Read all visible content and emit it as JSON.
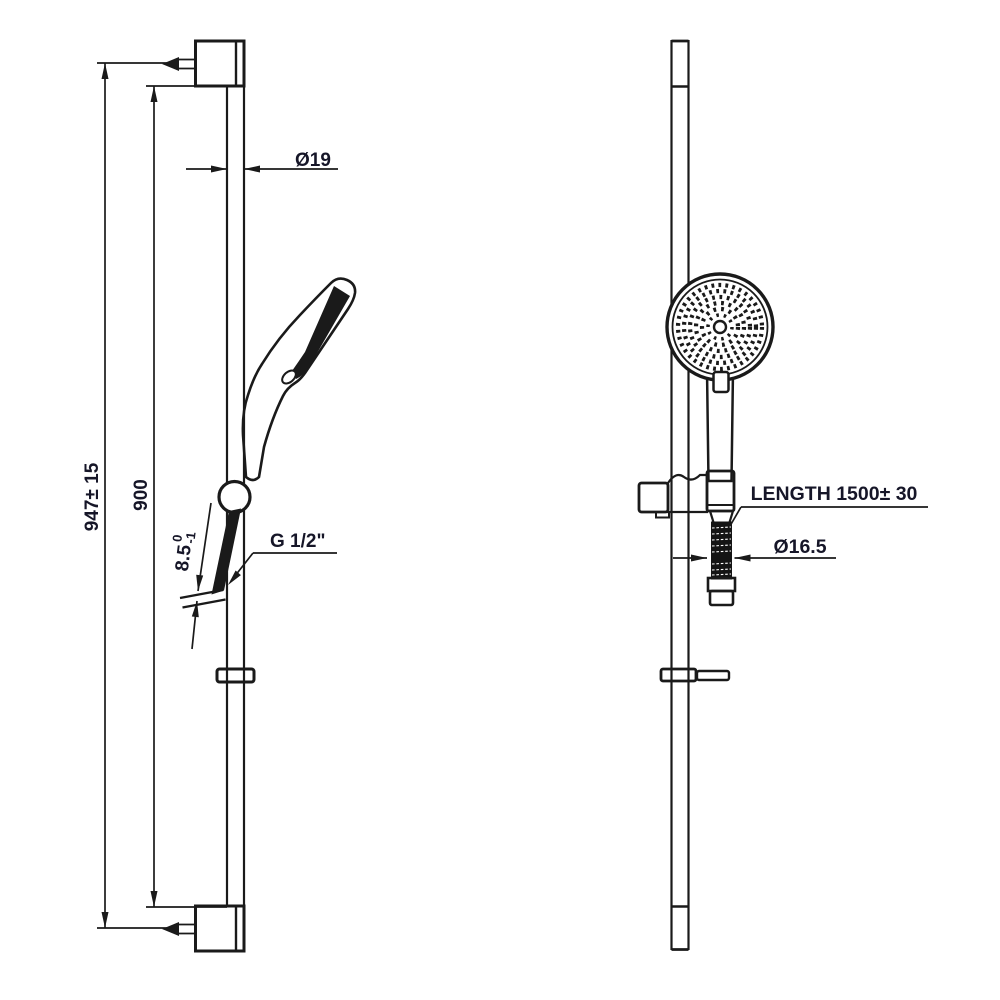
{
  "side_view": {
    "overall_height": "947± 15",
    "rail_height": "900",
    "rail_diameter": "Ø19",
    "thread_length_value": "8.5",
    "thread_length_tol_upper": "0",
    "thread_length_tol_lower": "-1",
    "thread_size": "G 1/2\""
  },
  "front_view": {
    "hose_length": "LENGTH 1500± 30",
    "hose_diameter": "Ø16.5"
  },
  "colors": {
    "line": "#1a1a1a",
    "dimension_text": "#161628",
    "background": "#ffffff"
  }
}
